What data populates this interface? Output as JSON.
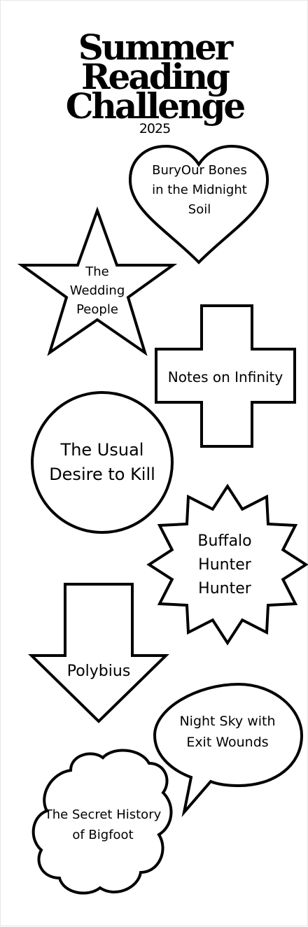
{
  "header": {
    "title_line_1": "Summer",
    "title_line_2": "Reading",
    "title_line_3": "Challenge",
    "year": "2025"
  },
  "challenge_items": [
    {
      "shape": "heart-icon",
      "title": "BuryOur Bones in the Midnight Soil"
    },
    {
      "shape": "star-icon",
      "title": "The Wedding People"
    },
    {
      "shape": "plus-icon",
      "title": "Notes on Infinity"
    },
    {
      "shape": "circle-icon",
      "title": "The Usual Desire to Kill"
    },
    {
      "shape": "starburst-icon",
      "title": "Buffalo Hunter Hunter"
    },
    {
      "shape": "arrow-down-icon",
      "title": "Polybius"
    },
    {
      "shape": "speech-bubble-icon",
      "title": "Night Sky with Exit Wounds"
    },
    {
      "shape": "cloud-icon",
      "title": "The Secret History of Bigfoot"
    }
  ]
}
